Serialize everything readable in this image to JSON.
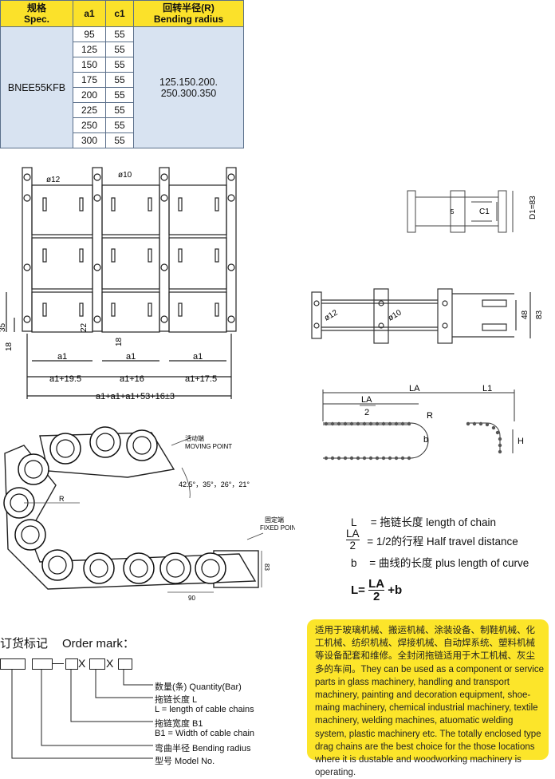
{
  "spec_table": {
    "headers": {
      "spec_cn": "规格",
      "spec_en": "Spec.",
      "a1": "a1",
      "c1": "c1",
      "radius_cn": "回转半径(R)",
      "radius_en": "Bending radius"
    },
    "model": "BNEE55KFB",
    "rows": [
      {
        "a1": "95",
        "c1": "55"
      },
      {
        "a1": "125",
        "c1": "55"
      },
      {
        "a1": "150",
        "c1": "55"
      },
      {
        "a1": "175",
        "c1": "55"
      },
      {
        "a1": "200",
        "c1": "55"
      },
      {
        "a1": "225",
        "c1": "55"
      },
      {
        "a1": "250",
        "c1": "55"
      },
      {
        "a1": "300",
        "c1": "55"
      }
    ],
    "radius_line1": "125.150.200.",
    "radius_line2": "250.300.350"
  },
  "top_drawing": {
    "hole12": "ø12",
    "hole10": "ø10",
    "dim_a1": "a1",
    "dim_a1_195": "a1+19.5",
    "dim_a1_16": "a1+16",
    "dim_a1_175": "a1+17.5",
    "dim_total": "a1+a1+a1+53+16±3",
    "dim_35": "35",
    "dim_18": "18",
    "dim_22": "22",
    "dim_18b": "18"
  },
  "side_small": {
    "c1": "C1",
    "d1": "D1=83",
    "five": "5"
  },
  "side_frame": {
    "hole12": "ø12",
    "hole10": "ø10",
    "dim48": "48",
    "dim83": "83"
  },
  "travel": {
    "la": "LA",
    "la_half_num": "LA",
    "la_half_den": "2",
    "l1": "L1",
    "r": "R",
    "b": "b",
    "h": "H"
  },
  "bend": {
    "moving_cn": "活动端",
    "moving_en": "MOVING POINT",
    "angles": "42.5°，35°，26°，21°",
    "r": "R",
    "fixed_cn": "固定端",
    "fixed_en": "FIXED POINT",
    "dim83": "83",
    "dim90": "90"
  },
  "legend": {
    "l_sym": "L",
    "l_text": "= 拖链长度  length of chain",
    "la_num": "LA",
    "la_den": "2",
    "la_text": "= 1/2的行程  Half travel distance",
    "b_sym": "b",
    "b_text": "= 曲线的长度  plus length of curve",
    "formula_l": "L=",
    "formula_num": "LA",
    "formula_den": "2",
    "formula_tail": "+b"
  },
  "order": {
    "title_cn": "订货标记",
    "title_en": "Order mark：",
    "x1": "X",
    "x2": "X",
    "qty": "数量(条) Quantity(Bar)",
    "len_cn": "拖链长度 L",
    "len_en": "L = length of cable chains",
    "width_cn": "拖链宽度 B1",
    "width_en": "B1 = Width of cable chain",
    "radius": "弯曲半径 Bending radius",
    "model": "型号 Model No."
  },
  "note": "适用于玻璃机械、搬运机械、涂装设备、制鞋机械、化工机械、纺织机械、焊接机械、自动焊系统、塑料机械等设备配套和维修。全封闭拖链适用于木工机械、灰尘多的车间。They can be used as a component or service parts in glass machinery, handling and transport machinery, painting and decoration equipment, shoe-maing machinery, chemical industrial machinery, textile machinery, welding machines, atuomatic welding system, plastic machinery etc. The totally enclosed type drag chains are the best choice for the those locations where it is dustable and woodworking machinery is operating."
}
